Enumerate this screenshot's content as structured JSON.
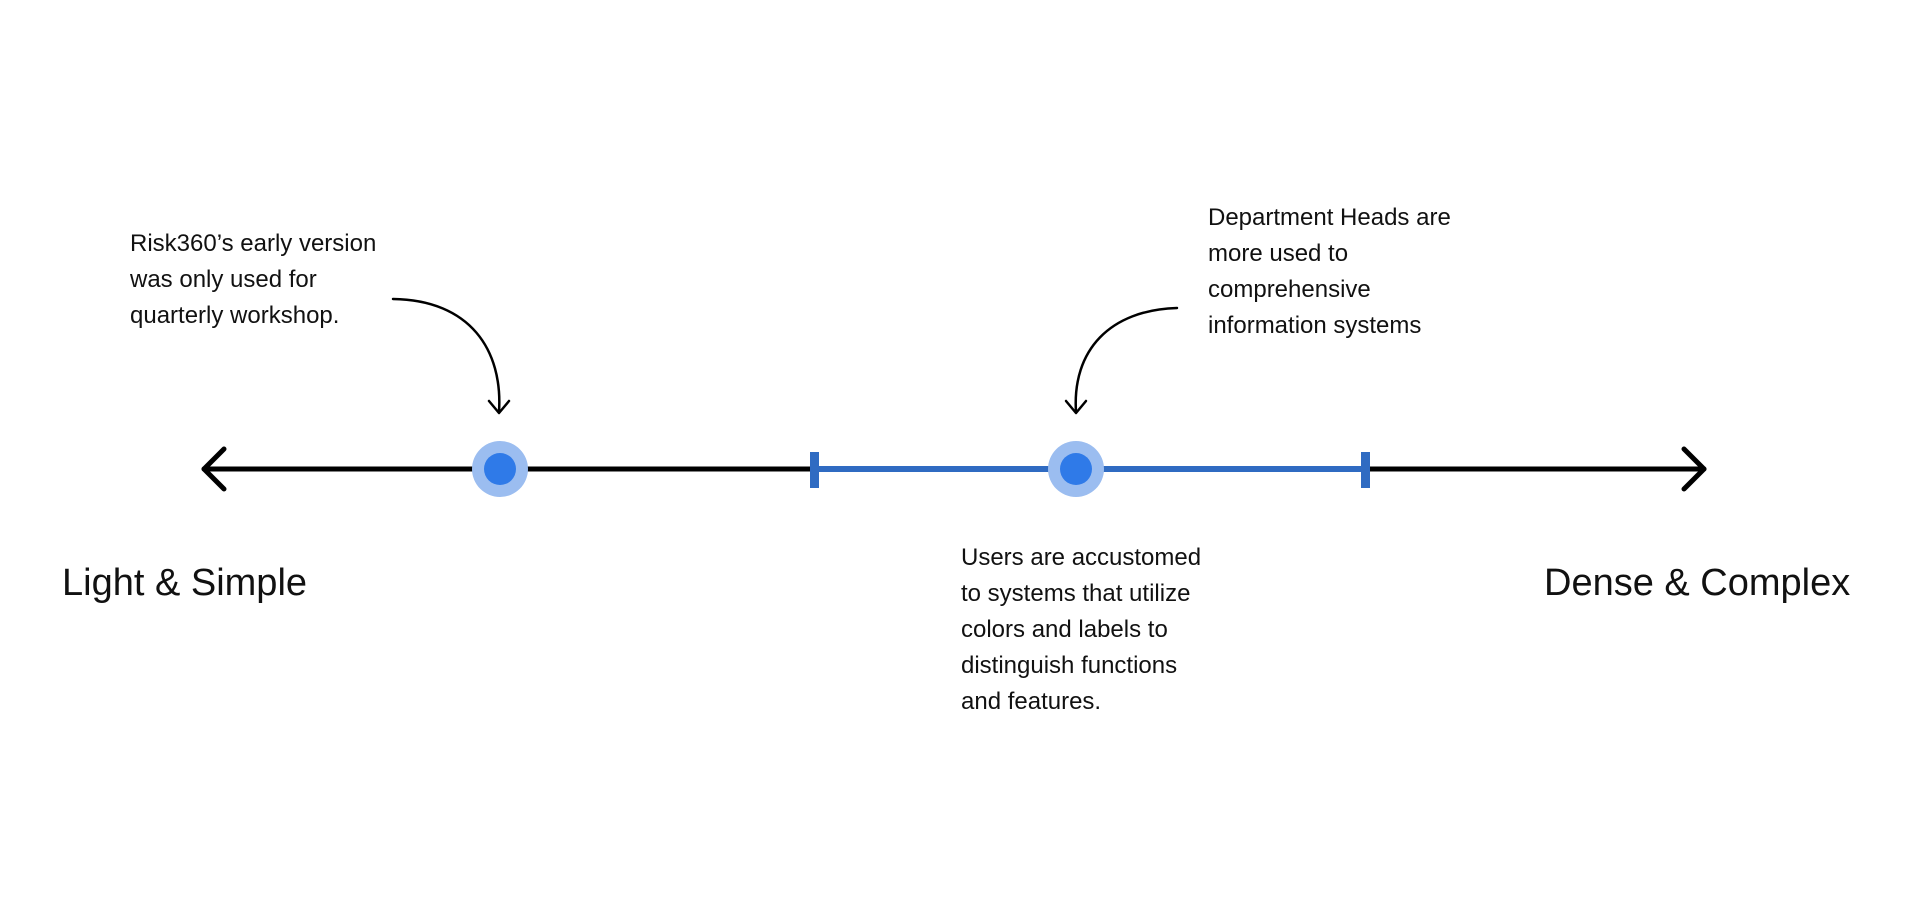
{
  "scale": {
    "left_label": "Light & Simple",
    "right_label": "Dense & Complex"
  },
  "notes": {
    "risk360": [
      "Risk360’s early version",
      "was only used for",
      "quarterly workshop."
    ],
    "department_heads": [
      "Department Heads are",
      "more used to",
      "comprehensive",
      "information systems"
    ],
    "users": [
      "Users are accustomed",
      "to systems that utilize",
      "colors and labels to",
      "distinguish functions",
      "and features."
    ]
  },
  "colors": {
    "axis": "#000000",
    "range": "#2f6bc2",
    "marker_inner": "#2f7ae8",
    "marker_halo": "#9bbdf0"
  },
  "icons": {
    "left_end": "arrow-left-icon",
    "right_end": "arrow-right-icon"
  }
}
